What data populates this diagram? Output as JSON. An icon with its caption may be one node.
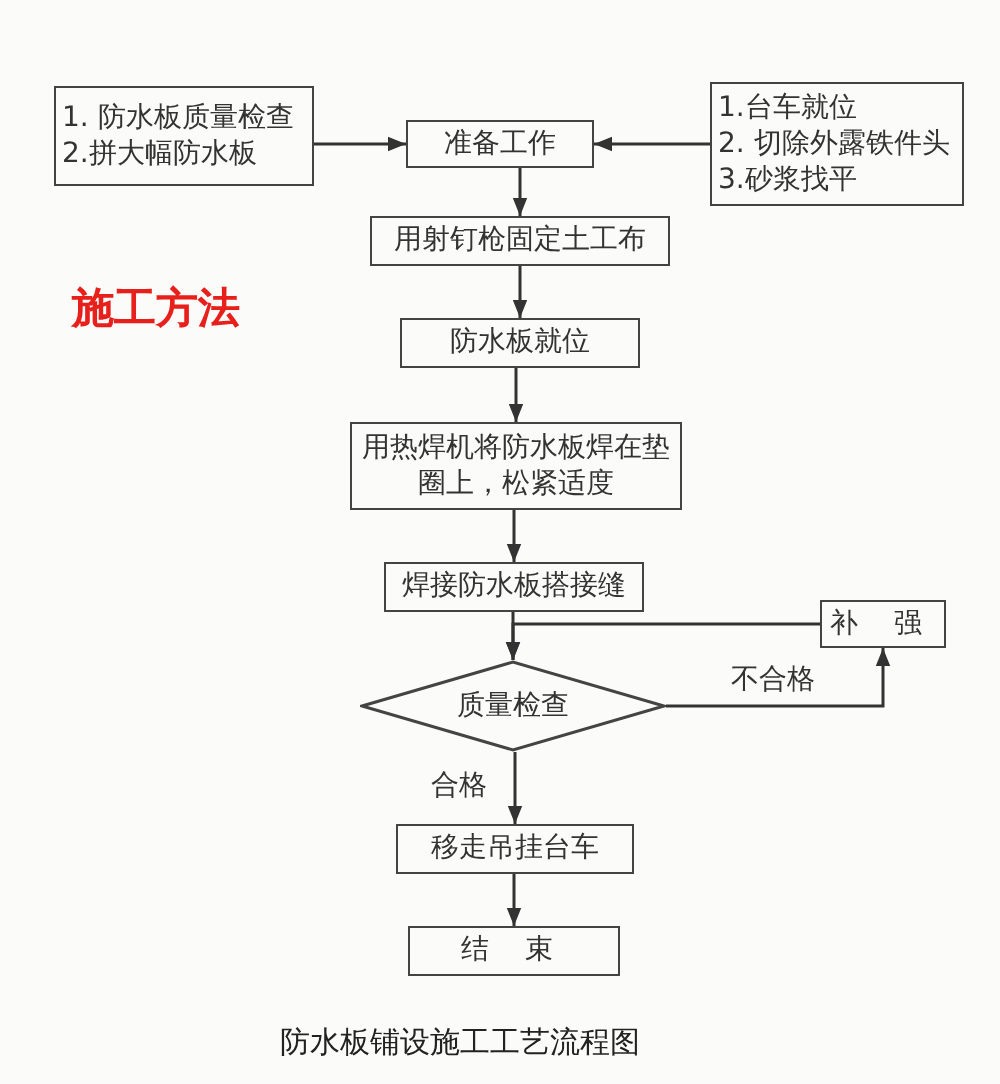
{
  "diagram": {
    "caption": "防水板铺设施工工艺流程图",
    "nodes": [
      {
        "text": [
          "1. 防水板质量检查",
          "2.拼大幅防水板"
        ]
      },
      {
        "text": [
          "准备工作"
        ]
      },
      {
        "text": [
          "1.台车就位",
          "2. 切除外露铁件头",
          "3.砂浆找平"
        ]
      },
      {
        "text": [
          "用射钉枪固定土工布"
        ]
      },
      {
        "text": [
          "防水板就位"
        ]
      },
      {
        "text": [
          "用热焊机将防水板焊在垫圈上，松紧适度"
        ]
      },
      {
        "text": [
          "焊接防水板搭接缝"
        ]
      },
      {
        "text": [
          "补 强"
        ]
      },
      {
        "text": [
          "质量检查"
        ]
      },
      {
        "text": [
          "移走吊挂台车"
        ]
      },
      {
        "text": [
          "结 束"
        ]
      }
    ],
    "edges": [
      {
        "from": 0,
        "to": 1,
        "arrow": "to"
      },
      {
        "from": 2,
        "to": 1,
        "arrow": "to"
      },
      {
        "from": 1,
        "to": 3,
        "arrow": "to"
      },
      {
        "from": 3,
        "to": 4,
        "arrow": "to"
      },
      {
        "from": 4,
        "to": 5,
        "arrow": "to"
      },
      {
        "from": 5,
        "to": 6,
        "arrow": "to"
      },
      {
        "from": 6,
        "to": 8,
        "arrow": "to"
      },
      {
        "from": 8,
        "to": 7,
        "arrow": "to",
        "label": "不合格"
      },
      {
        "from": 7,
        "to": 8,
        "arrow": "to"
      },
      {
        "from": 8,
        "to": 9,
        "arrow": "to",
        "label": "合格"
      },
      {
        "from": 9,
        "to": 10,
        "arrow": "to"
      }
    ],
    "labels": [
      "施工方法"
    ]
  }
}
